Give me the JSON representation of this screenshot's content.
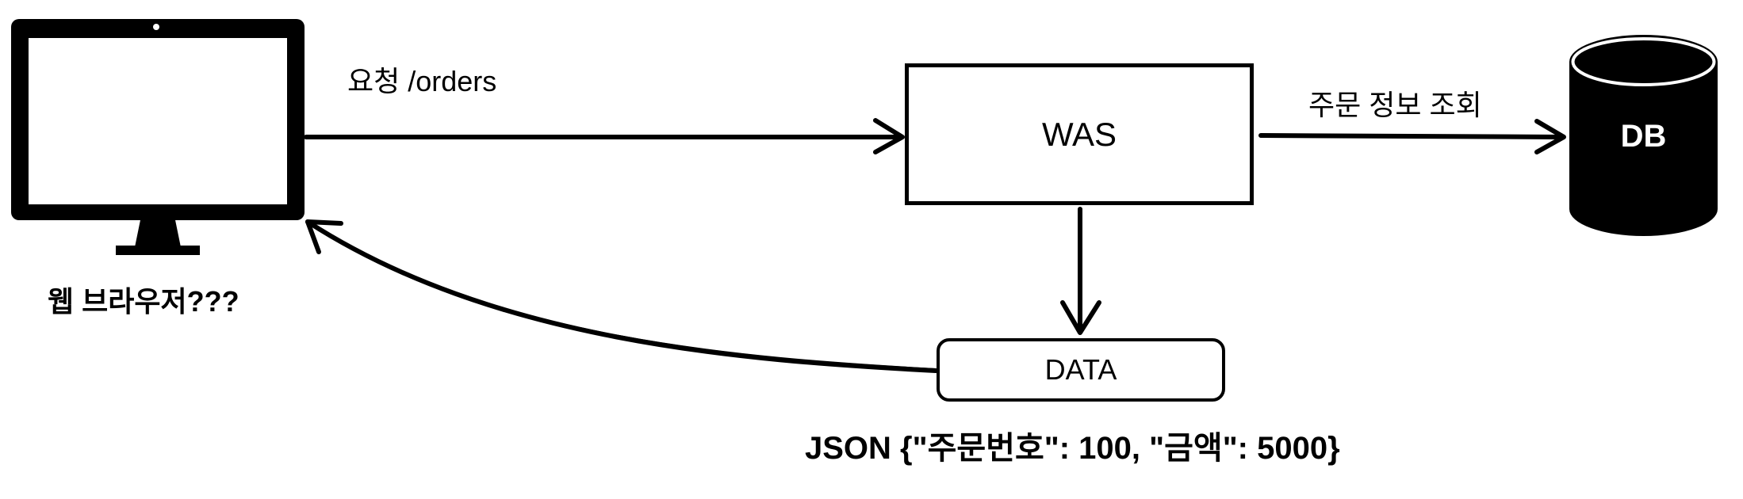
{
  "nodes": {
    "browser": {
      "label": "웹 브라우저???",
      "icon": "monitor-icon"
    },
    "was": {
      "label": "WAS"
    },
    "db": {
      "label": "DB",
      "icon": "database-icon"
    },
    "data": {
      "label": "DATA"
    }
  },
  "edges": {
    "request": {
      "label": "요청 /orders"
    },
    "query": {
      "label": "주문 정보 조회"
    }
  },
  "json_example": {
    "label": "JSON {\"주문번호\": 100, \"금액\": 5000}"
  },
  "colors": {
    "ink": "#000000",
    "background": "#ffffff"
  }
}
